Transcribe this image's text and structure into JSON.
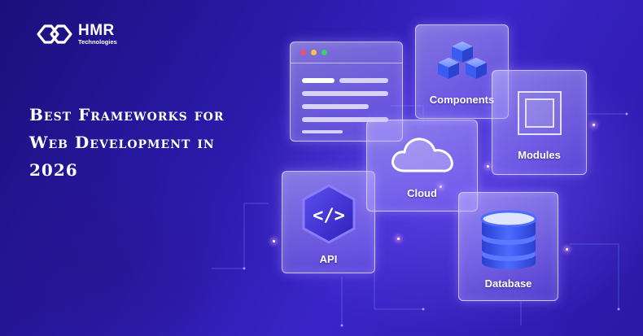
{
  "brand": {
    "name": "HMR",
    "subtitle": "Technologies",
    "logo_icon": "chain-link-logo"
  },
  "headline": {
    "line1": "Best Frameworks for",
    "line2": "Web Development in",
    "line3": "2026"
  },
  "cards": {
    "browser": {
      "icon": "browser-window-icon",
      "dot_colors": [
        "#f0506e",
        "#f5c542",
        "#3ccf6e"
      ]
    },
    "components": {
      "label": "Components",
      "icon": "cubes-icon"
    },
    "modules": {
      "label": "Modules",
      "icon": "nested-squares-icon"
    },
    "cloud": {
      "label": "Cloud",
      "icon": "cloud-icon"
    },
    "api": {
      "label": "API",
      "icon": "code-brackets-icon",
      "code_glyph": "</>"
    },
    "database": {
      "label": "Database",
      "icon": "database-icon"
    }
  },
  "colors": {
    "background_deep": "#1a0f7a",
    "background_mid": "#3a24c8",
    "accent_glow": "#b8a8ff",
    "icon_blue": "#3d6bff"
  }
}
